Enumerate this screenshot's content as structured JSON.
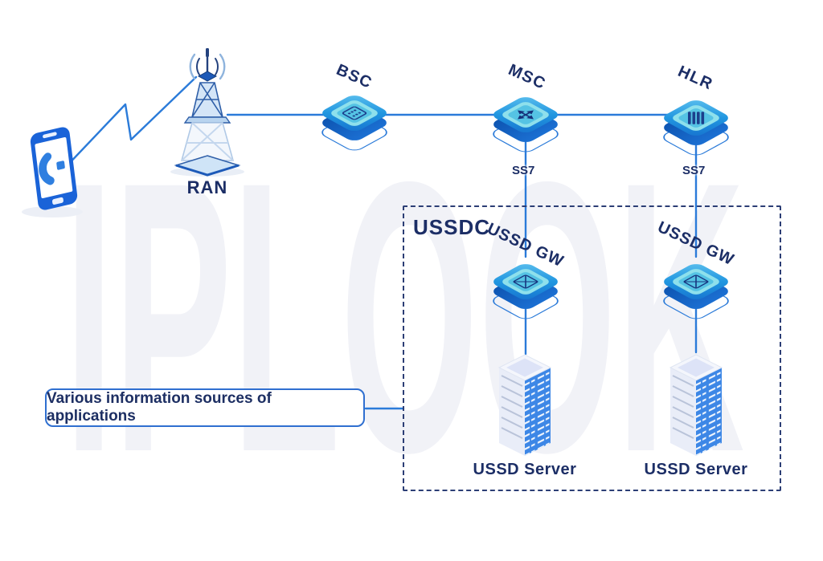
{
  "watermark": "IPLOOK",
  "nodes": {
    "ran": "RAN",
    "bsc": "BSC",
    "msc": "MSC",
    "hlr": "HLR",
    "gw_left": "USSD GW",
    "gw_right": "USSD GW",
    "server_left": "USSD Server",
    "server_right": "USSD Server"
  },
  "links": {
    "ss7_left": "SS7",
    "ss7_right": "SS7"
  },
  "group": {
    "title": "USSDC"
  },
  "callout": {
    "text": "Various information sources of applications"
  },
  "colors": {
    "line": "#2b7bd9",
    "label_navy": "#1c2e66",
    "dashed_border": "#2c3e75",
    "node_top": "#2196e0",
    "node_rim": "#8ee0ec",
    "node_inner": "#55c3e4",
    "node_depth": "#1160c0",
    "server_side": "#3d87e6",
    "watermark": "#f1f2f7"
  }
}
